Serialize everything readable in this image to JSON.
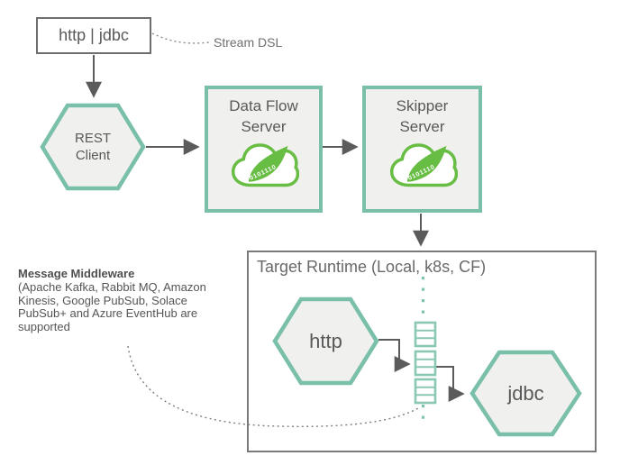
{
  "stream_dsl_box": {
    "label": "http | jdbc"
  },
  "annotations": {
    "stream_dsl": "Stream DSL"
  },
  "rest_client": {
    "lines": [
      "REST",
      "Client"
    ]
  },
  "data_flow_server": {
    "lines": [
      "Data Flow",
      "Server"
    ]
  },
  "skipper_server": {
    "lines": [
      "Skipper",
      "Server"
    ]
  },
  "target_runtime": {
    "title": "Target Runtime (Local, k8s, CF)",
    "http_label": "http",
    "jdbc_label": "jdbc"
  },
  "middleware_note": {
    "title": "Message Middleware",
    "lines": [
      "(Apache Kafka, Rabbit MQ, Amazon",
      "Kinesis, Google PubSub, Solace",
      "PubSub+ and Azure EventHub are",
      "supported"
    ]
  },
  "spring_logo": {
    "binary": "0101110"
  },
  "colors": {
    "teal_border": "#79bfa9",
    "queue_teal": "#8bc8b4",
    "spring_green": "#68bd45",
    "node_fill": "#f0f0ee",
    "text_gray": "#595959",
    "line_gray": "#5b5b5b"
  }
}
